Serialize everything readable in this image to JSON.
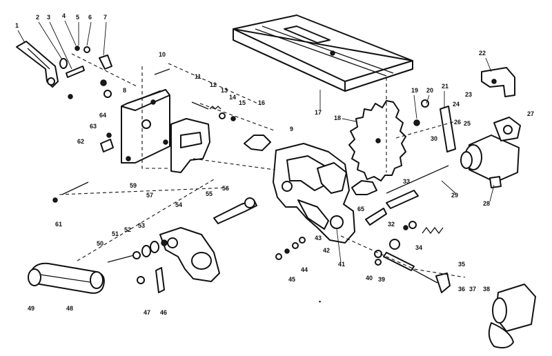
{
  "diagram": {
    "callouts": [
      "1",
      "2",
      "3",
      "4",
      "5",
      "6",
      "7",
      "8",
      "9",
      "10",
      "11",
      "12",
      "13",
      "14",
      "15",
      "16",
      "17",
      "18",
      "19",
      "20",
      "21",
      "22",
      "23",
      "24",
      "25",
      "26",
      "27",
      "28",
      "29",
      "30",
      "32",
      "33",
      "34",
      "35",
      "36",
      "37",
      "38",
      "39",
      "40",
      "41",
      "42",
      "43",
      "44",
      "45",
      "46",
      "47",
      "48",
      "49",
      "50",
      "51",
      "52",
      "53",
      "54",
      "55",
      "56",
      "57",
      "59",
      "61",
      "62",
      "63",
      "64",
      "65"
    ],
    "parts": [
      "bevel-lock-handle",
      "trunnion-bracket",
      "table-top",
      "saw-blade",
      "motor-mount-bracket",
      "motor",
      "arbor-housing",
      "arbor-shaft",
      "drive-belt",
      "motor-pulley",
      "arbor-pulley",
      "trunnion",
      "front-trunnion",
      "yoke-casting",
      "elevation-shaft",
      "tilt-shaft",
      "fan-assembly",
      "spring",
      "bolt",
      "nut",
      "washer"
    ]
  }
}
